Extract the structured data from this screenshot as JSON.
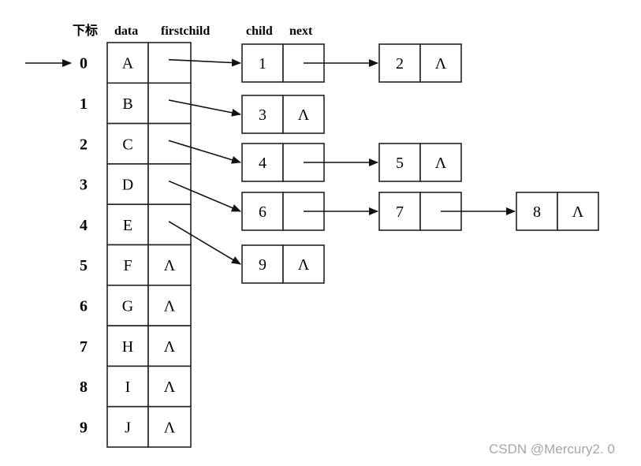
{
  "headers": {
    "index": "下标",
    "data": "data",
    "firstchild": "firstchild",
    "child": "child",
    "next": "next"
  },
  "null_symbol": "Λ",
  "nodes": [
    {
      "index": "0",
      "data": "A",
      "firstchild": "",
      "children": [
        "1",
        "2"
      ]
    },
    {
      "index": "1",
      "data": "B",
      "firstchild": "",
      "children": [
        "3"
      ]
    },
    {
      "index": "2",
      "data": "C",
      "firstchild": "",
      "children": [
        "4",
        "5"
      ]
    },
    {
      "index": "3",
      "data": "D",
      "firstchild": "",
      "children": [
        "6",
        "7",
        "8"
      ]
    },
    {
      "index": "4",
      "data": "E",
      "firstchild": "",
      "children": [
        "9"
      ]
    },
    {
      "index": "5",
      "data": "F",
      "firstchild": "Λ",
      "children": []
    },
    {
      "index": "6",
      "data": "G",
      "firstchild": "Λ",
      "children": []
    },
    {
      "index": "7",
      "data": "H",
      "firstchild": "Λ",
      "children": []
    },
    {
      "index": "8",
      "data": "I",
      "firstchild": "Λ",
      "children": []
    },
    {
      "index": "9",
      "data": "J",
      "firstchild": "Λ",
      "children": []
    }
  ],
  "watermark": "CSDN @Mercury2. 0"
}
